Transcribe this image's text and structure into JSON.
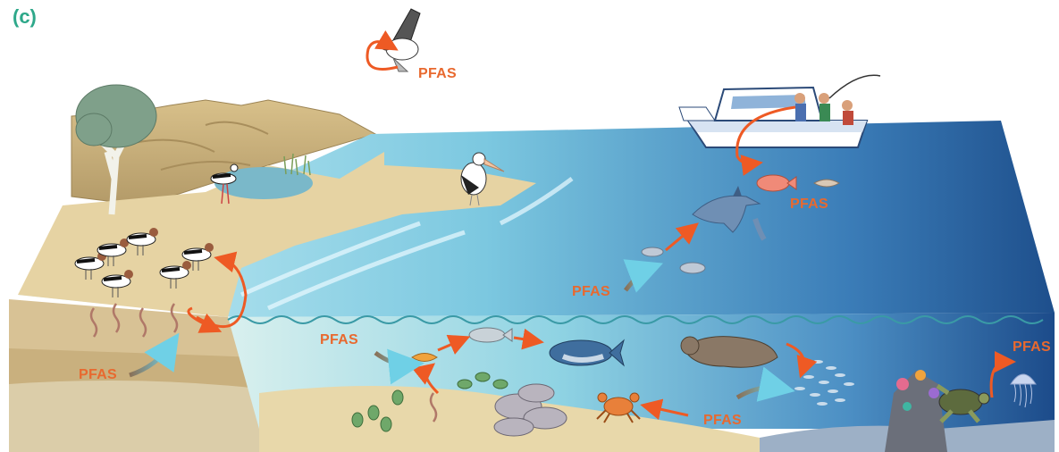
{
  "panel_label": "(c)",
  "labels": {
    "eagle": "PFAS",
    "boat": "PFAS",
    "fish_school": "PFAS",
    "sediment_left": "PFAS",
    "sediment_mid": "PFAS",
    "crab_bottom": "PFAS",
    "jellyfish": "PFAS"
  },
  "colors": {
    "pfas_label": "#e8692f",
    "panel_label": "#2ea88a",
    "arrow_orange": "#ee5a24",
    "arrow_uptake": "#6fd0e6",
    "ocean_deep": "#1e4f8c",
    "ocean_shallow": "#9fdbe8",
    "sand": "#e6d3a3",
    "soil": "#c9b07e"
  },
  "icons": {
    "eagle": "sea-eagle-icon",
    "pelican": "pelican-icon",
    "stilt": "stilt-icon",
    "avocets": "avocet-icon",
    "boat": "fishing-boat-icon",
    "dolphin": "dolphin-icon",
    "snapper": "snapper-icon",
    "prawn": "prawn-icon",
    "tuna": "tuna-icon",
    "seal": "seal-icon",
    "turtle": "turtle-icon",
    "jellyfish": "jellyfish-icon",
    "crab": "crab-icon",
    "worm": "worm-icon",
    "tree": "tree-icon"
  }
}
